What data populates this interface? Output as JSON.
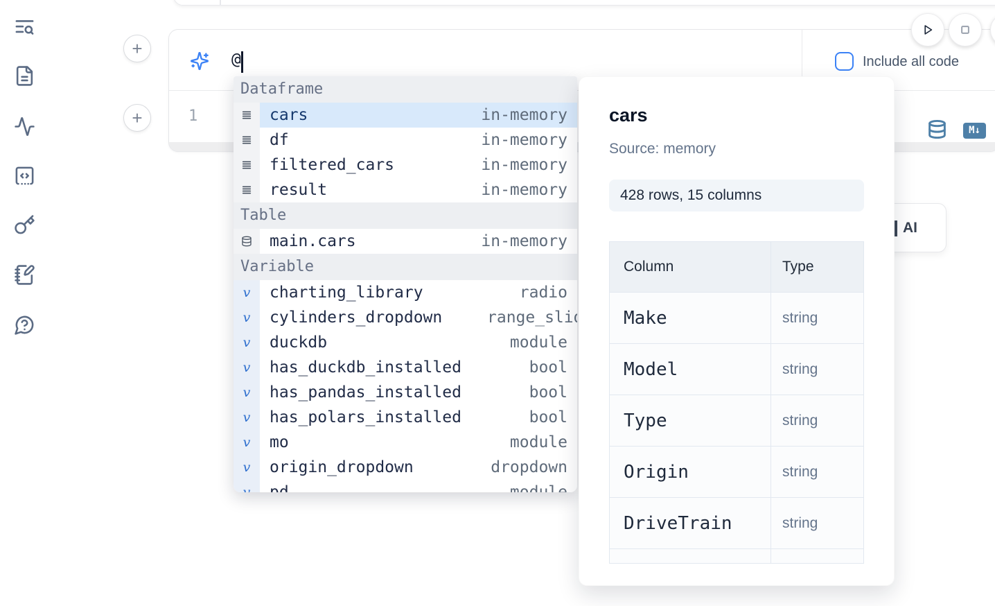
{
  "sidebar": {
    "icons": [
      {
        "name": "list-search"
      },
      {
        "name": "file-text"
      },
      {
        "name": "activity"
      },
      {
        "name": "code-square"
      },
      {
        "name": "key"
      },
      {
        "name": "notebook-pen"
      },
      {
        "name": "help-chat"
      }
    ]
  },
  "buttons": {
    "add_label": "+"
  },
  "prompt": {
    "value": "@",
    "include_all_code_label": "Include all code"
  },
  "cell": {
    "line_number": "1",
    "markdown_icon_label": "M↓"
  },
  "autocomplete": {
    "sections": [
      {
        "label": "Dataframe",
        "icon": "dataframe-rows",
        "items": [
          {
            "name": "cars",
            "type": "in-memory",
            "selected": true
          },
          {
            "name": "df",
            "type": "in-memory"
          },
          {
            "name": "filtered_cars",
            "type": "in-memory"
          },
          {
            "name": "result",
            "type": "in-memory"
          }
        ]
      },
      {
        "label": "Table",
        "icon": "database",
        "items": [
          {
            "name": "main.cars",
            "type": "in-memory"
          }
        ]
      },
      {
        "label": "Variable",
        "icon": "variable",
        "items": [
          {
            "name": "charting_library",
            "type": "radio"
          },
          {
            "name": "cylinders_dropdown",
            "type": "range_slider",
            "clipped": true
          },
          {
            "name": "duckdb",
            "type": "module"
          },
          {
            "name": "has_duckdb_installed",
            "type": "bool"
          },
          {
            "name": "has_pandas_installed",
            "type": "bool"
          },
          {
            "name": "has_polars_installed",
            "type": "bool"
          },
          {
            "name": "mo",
            "type": "module"
          },
          {
            "name": "origin_dropdown",
            "type": "dropdown"
          },
          {
            "name": "pd",
            "type": "module",
            "partial": true
          }
        ]
      }
    ]
  },
  "popup": {
    "title": "cars",
    "source": "Source: memory",
    "summary": "428 rows, 15 columns",
    "table": {
      "headers": [
        "Column",
        "Type"
      ],
      "rows": [
        [
          "Make",
          "string"
        ],
        [
          "Model",
          "string"
        ],
        [
          "Type",
          "string"
        ],
        [
          "Origin",
          "string"
        ],
        [
          "DriveTrain",
          "string"
        ]
      ],
      "has_clipped_row": true
    }
  },
  "ai_button": {
    "label": "AI"
  },
  "colors": {
    "accent_blue": "#3b82f6",
    "steel_blue": "#4e80a8",
    "selected_row_bg": "#d8e9fb",
    "icon_slate": "#5b6b84",
    "muted_text": "#64748b",
    "border": "#e6e7ea",
    "badge_bg": "#f1f5f9"
  }
}
